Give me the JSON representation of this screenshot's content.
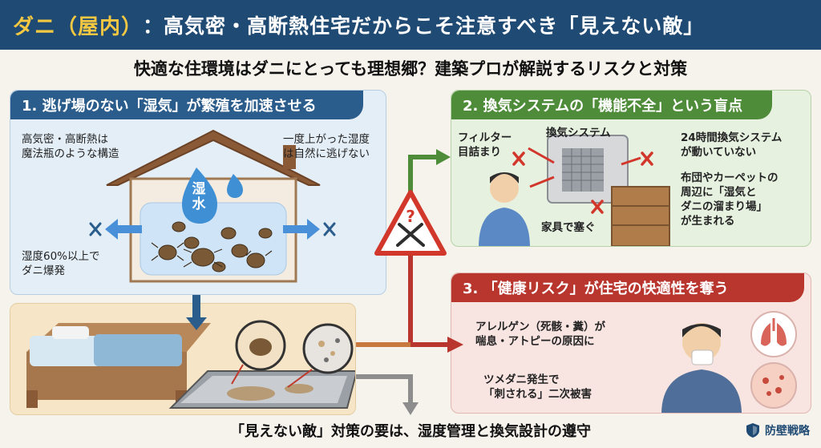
{
  "header": {
    "title_accent": "ダニ（屋内）",
    "title_main": "：高気密・高断熱住宅だからこそ注意すべき「見えない敵」"
  },
  "subtitle": "快適な住環境はダニにとっても理想郷？建築プロが解説するリスクと対策",
  "section1": {
    "heading": "1. 逃げ場のない「湿気」が繁殖を加速させる",
    "note_top_left": [
      "高気密・高断熱は",
      "魔法瓶のような構造"
    ],
    "note_top_right": [
      "一度上がった湿度",
      "は自然に逃げない"
    ],
    "note_bottom_left": [
      "湿度60%以上で",
      "ダニ爆発"
    ],
    "drop_label": [
      "湿",
      "水"
    ]
  },
  "section2": {
    "heading": "2. 換気システムの「機能不全」という盲点",
    "filter_label": [
      "フィルター",
      "目詰まり"
    ],
    "vent_label": "換気システム",
    "furniture_label": "家具で塞ぐ",
    "note1": [
      "24時間換気システム",
      "が動いていない"
    ],
    "note2": [
      "布団やカーペットの",
      "周辺に「湿気と",
      "ダニの溜まり場」",
      "が生まれる"
    ]
  },
  "section3": {
    "heading": "3. 「健康リスク」が住宅の快適性を奪う",
    "note1": [
      "アレルゲン（死骸・糞）が",
      "喘息・アトピーの原因に"
    ],
    "note2": [
      "ツメダニ発生で",
      "「刺される」二次被害"
    ]
  },
  "warning_symbol": "?",
  "footer": "「見えない敵」対策の要は、湿度管理と換気設計の遵守",
  "brand": "防壁戦略",
  "colors": {
    "navy": "#1f4a73",
    "accent_yellow": "#f5c842",
    "blue_header": "#2b5d8c",
    "green_header": "#4f8c3a",
    "red_header": "#b8362e"
  }
}
